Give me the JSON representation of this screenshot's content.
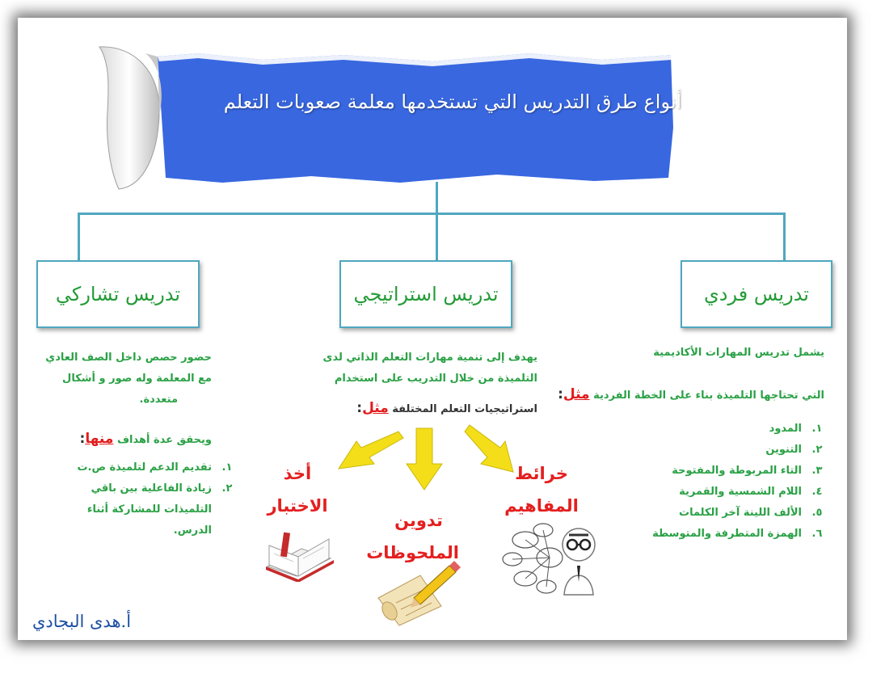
{
  "title": "أنواع طرق التدريس التي تستخدمها معلمة صعوبات التعلم",
  "colors": {
    "banner_blue": "#3867e0",
    "connector": "#4fa7c0",
    "box_text": "#249b37",
    "green_text": "#2aa145",
    "red": "#e21b1b",
    "author": "#1b4fa3"
  },
  "branches": {
    "right": {
      "label": "تدريس فردي",
      "line1": "يشمل تدريس المهارات الأكاديمية",
      "line2": "التي تحتاجها التلميذة بناء على الخطة الفردية",
      "example_word": "مثل",
      "items": [
        {
          "num": "١.",
          "text": "المدود"
        },
        {
          "num": "٢.",
          "text": "التنوين"
        },
        {
          "num": "٣.",
          "text": "التاء المربوطة والمفتوحة"
        },
        {
          "num": "٤.",
          "text": "اللام الشمسية والقمرية"
        },
        {
          "num": "٥.",
          "text": "الألف اللينة آخر الكلمات"
        },
        {
          "num": "٦.",
          "text": "الهمزة المتطرفة والمتوسطة"
        }
      ]
    },
    "middle": {
      "label": "تدريس استراتيجي",
      "line1": "يهدف إلى تنمية مهارات التعلم الذاتي لدى",
      "line2": "التلميذة من خلال التدريب على استخدام",
      "line3": "استراتيجيات التعلم المختلفة",
      "example_word": "مثل",
      "strategies": {
        "concept_maps": "خرائط المفاهيم",
        "note_taking": "تدوين الملحوظات",
        "test_taking": "أخذ الاختبار"
      }
    },
    "left": {
      "label": "تدريس تشاركي",
      "line1": "حضور حصص داخل الصف العادي",
      "line2": "مع المعلمة وله صور و أشكال",
      "line3": "متعددة.",
      "goals_prefix": "ويحقق عدة أهداف",
      "goals_word": "منها",
      "items": [
        {
          "num": "١.",
          "text": "تقديم الدعم لتلميذة ص.ت"
        },
        {
          "num": "٢.",
          "text": "زيادة الفاعلية بين باقي التلميذات للمشاركة أثناء الدرس."
        }
      ]
    }
  },
  "author": "أ.هدى البجادي"
}
